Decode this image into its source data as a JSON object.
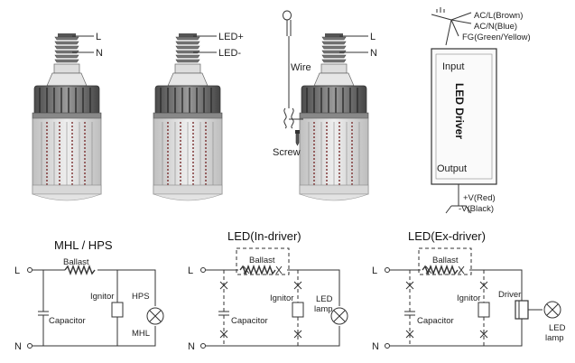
{
  "bulbs": {
    "bulb1": {
      "top_label": "L",
      "bottom_label": "N"
    },
    "bulb2": {
      "top_label": "LED+",
      "bottom_label": "LED-"
    },
    "bulb3": {
      "top_label": "L",
      "bottom_label": "N",
      "wire_label": "Wire",
      "screw_label": "Screw"
    }
  },
  "driver": {
    "title": "LED Driver",
    "input_label": "Input",
    "output_label": "Output",
    "ac_l": "AC/L(Brown)",
    "ac_n": "AC/N(Blue)",
    "fg": "FG(Green/Yellow)",
    "v_pos": "+V(Red)",
    "v_neg": "-V(Black)"
  },
  "circuits": {
    "mhl": {
      "title": "MHL / HPS",
      "l": "L",
      "n": "N",
      "ballast": "Ballast",
      "capacitor": "Capacitor",
      "ignitor": "Ignitor",
      "lamp_top": "HPS",
      "lamp_bottom": "MHL"
    },
    "in_driver": {
      "title": "LED(In-driver)",
      "l": "L",
      "n": "N",
      "ballast": "Ballast",
      "capacitor": "Capacitor",
      "ignitor": "Ignitor",
      "lamp_top": "LED",
      "lamp_bottom": "lamp"
    },
    "ex_driver": {
      "title": "LED(Ex-driver)",
      "l": "L",
      "n": "N",
      "ballast": "Ballast",
      "capacitor": "Capacitor",
      "ignitor": "Ignitor",
      "driver": "Driver",
      "lamp_top": "LED",
      "lamp_bottom": "lamp"
    }
  }
}
